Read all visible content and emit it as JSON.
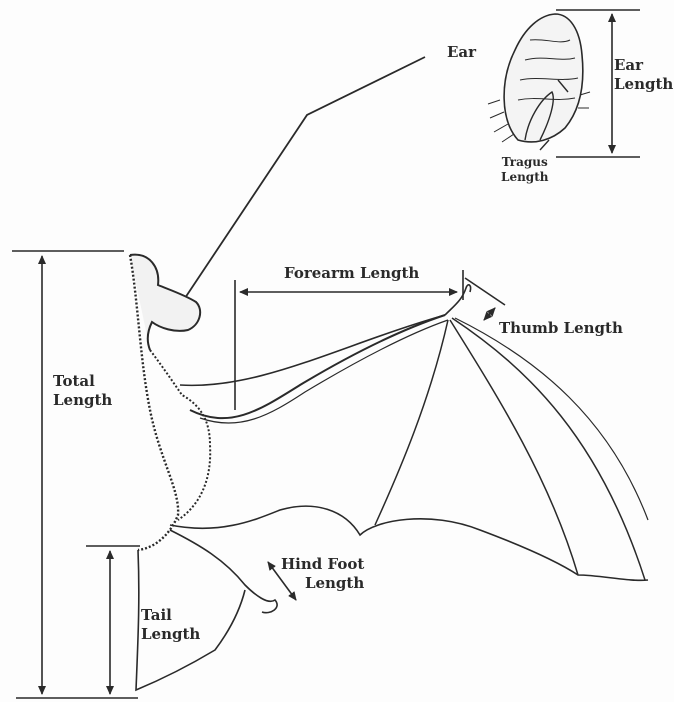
{
  "diagram": {
    "labels": {
      "ear": "Ear",
      "ear_length": "Ear\nLength",
      "tragus_length": "Tragus\nLength",
      "forearm_length": "Forearm Length",
      "thumb_length": "Thumb Length",
      "total_length": "Total\nLength",
      "tail_length": "Tail\nLength",
      "hind_foot_length": "Hind Foot\nLength"
    },
    "colors": {
      "ink": "#2a2a2a",
      "paper": "#fdfdfd"
    }
  }
}
